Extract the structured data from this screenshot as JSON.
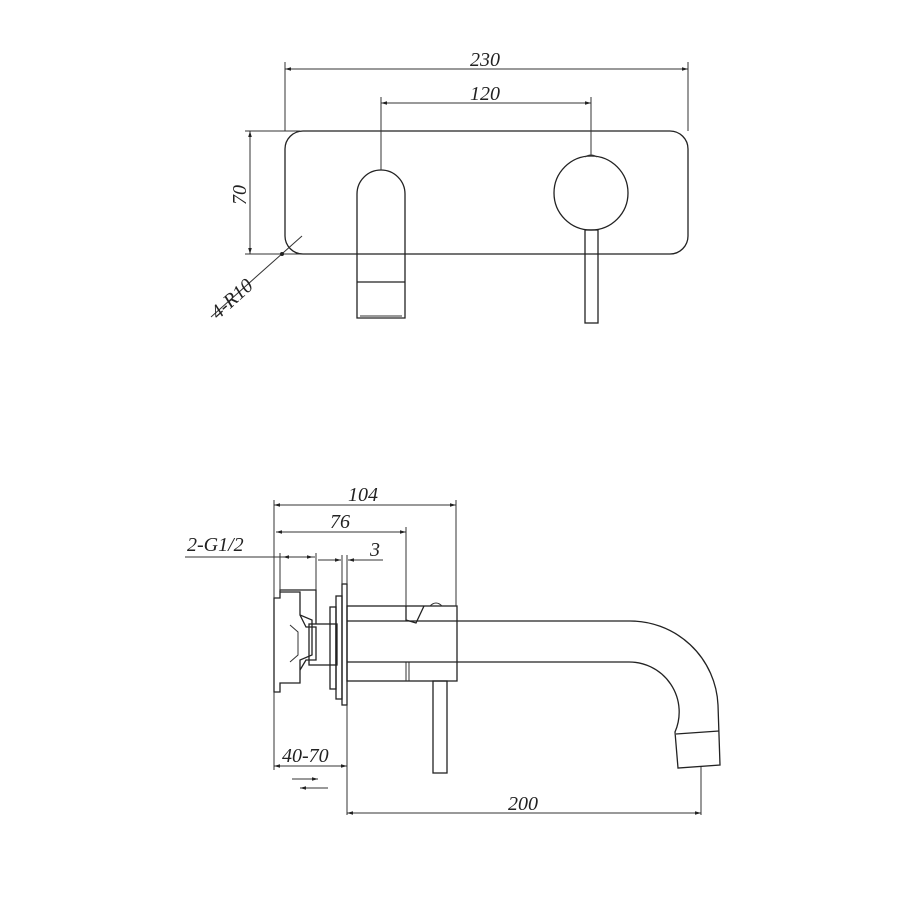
{
  "drawing": {
    "type": "technical-dimension-drawing",
    "subject": "wall-mounted basin mixer with spout",
    "stroke_color": "#222222",
    "background": "#ffffff"
  },
  "top_view": {
    "dims": {
      "overall_width": "230",
      "center_distance": "120",
      "plate_height": "70",
      "corner_radius": "4-R10"
    }
  },
  "side_view": {
    "dims": {
      "overall_depth": "104",
      "body_depth": "76",
      "thread": "2-G1/2",
      "plate_thickness": "3",
      "wall_adjustment": "40-70",
      "spout_reach": "200"
    }
  }
}
